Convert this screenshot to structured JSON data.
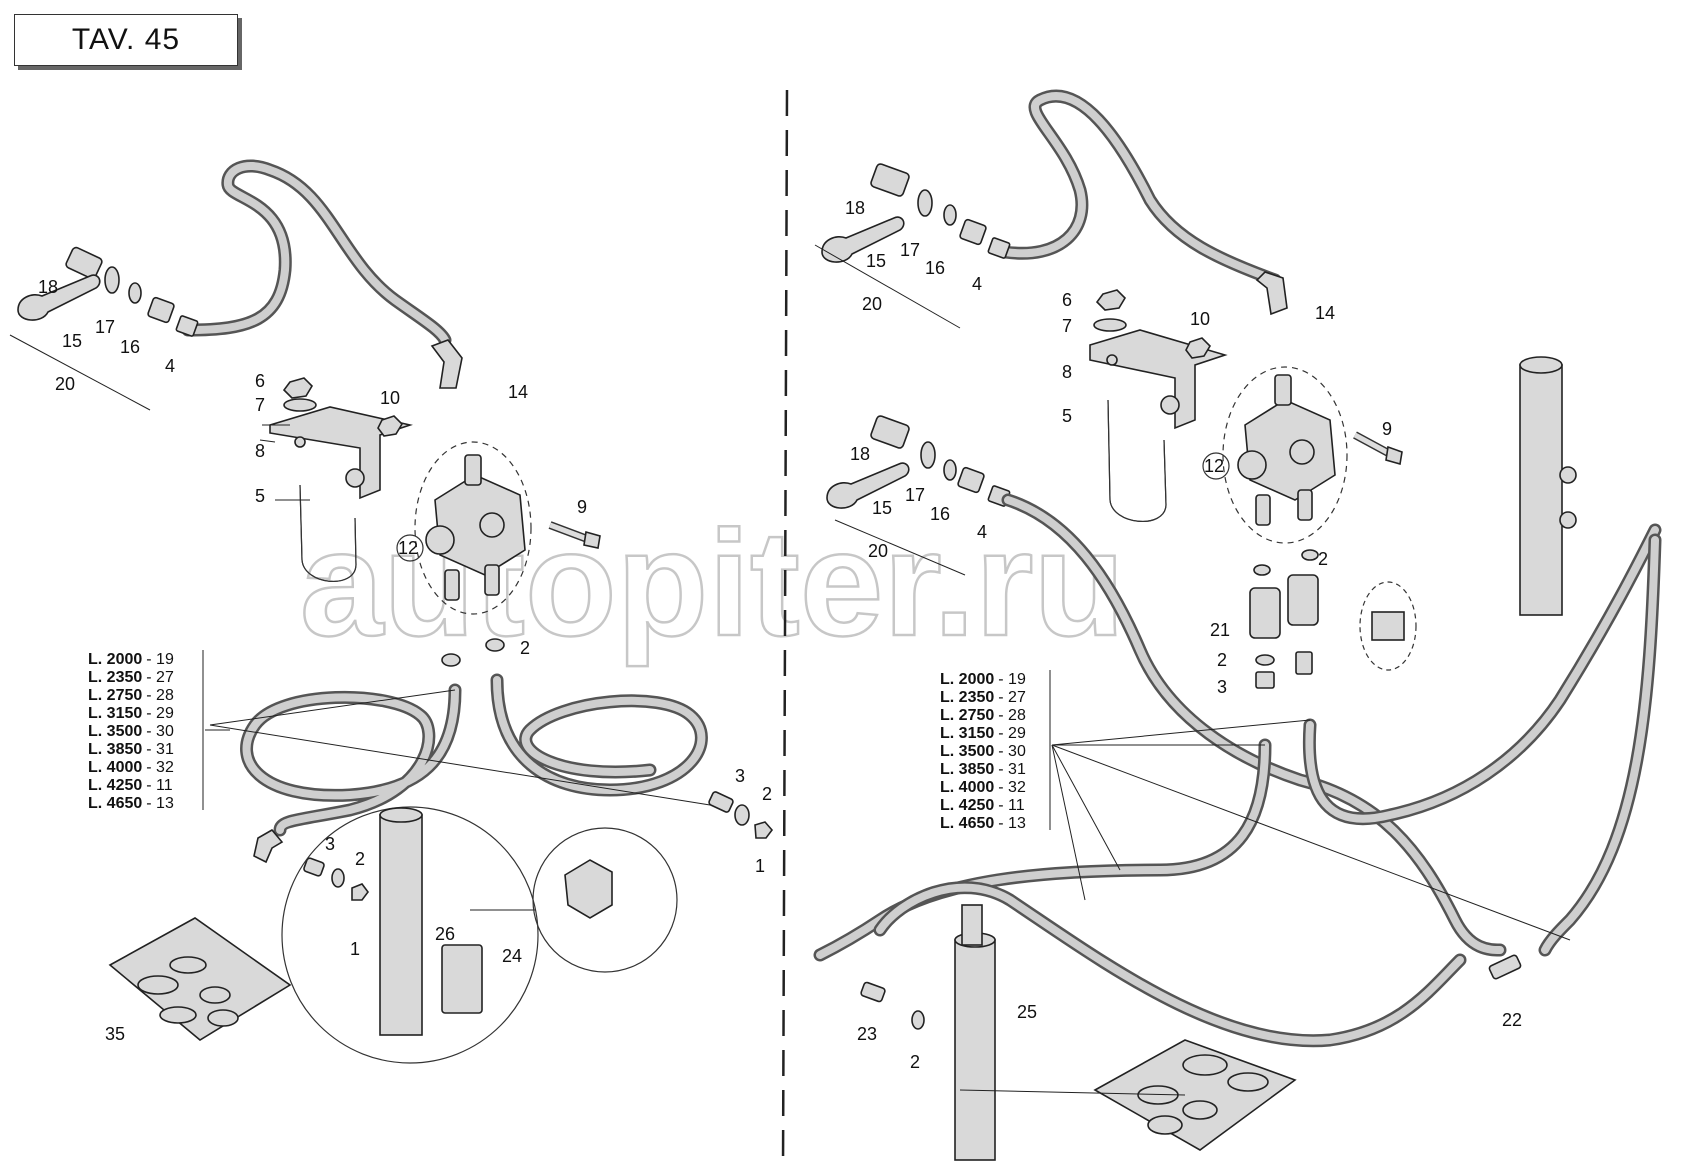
{
  "title": "TAV. 45",
  "watermark": "autopiter.ru",
  "left": {
    "labels": {
      "l18": "18",
      "l17": "17",
      "l16": "16",
      "l15": "15",
      "l4": "4",
      "l20": "20",
      "l14": "14",
      "l6": "6",
      "l7": "7",
      "l10": "10",
      "l8": "8",
      "l5": "5",
      "l9": "9",
      "l12": "12",
      "l2a": "2",
      "l3a": "3",
      "l2b": "2",
      "l1a": "1",
      "l3b": "3",
      "l2c": "2",
      "l1b": "1",
      "l26": "26",
      "l24": "24",
      "l35": "35"
    }
  },
  "right": {
    "labels": {
      "l18a": "18",
      "l17a": "17",
      "l16a": "16",
      "l15a": "15",
      "l4a": "4",
      "l20a": "20",
      "l14": "14",
      "l6": "6",
      "l7": "7",
      "l10": "10",
      "l8": "8",
      "l5": "5",
      "l9": "9",
      "l12": "12",
      "l18b": "18",
      "l17b": "17",
      "l16b": "16",
      "l15b": "15",
      "l4b": "4",
      "l20b": "20",
      "l2a": "2",
      "l21": "21",
      "l2b": "2",
      "l3": "3",
      "l23": "23",
      "l2c": "2",
      "l25": "25",
      "l22": "22"
    }
  },
  "length_table": [
    {
      "len": "L. 2000",
      "ref": "- 19"
    },
    {
      "len": "L. 2350",
      "ref": "- 27"
    },
    {
      "len": "L. 2750",
      "ref": "- 28"
    },
    {
      "len": "L. 3150",
      "ref": "- 29"
    },
    {
      "len": "L. 3500",
      "ref": "- 30"
    },
    {
      "len": "L. 3850",
      "ref": "- 31"
    },
    {
      "len": "L. 4000",
      "ref": "- 32"
    },
    {
      "len": "L. 4250",
      "ref": "- 11"
    },
    {
      "len": "L. 4650",
      "ref": "- 13"
    }
  ]
}
